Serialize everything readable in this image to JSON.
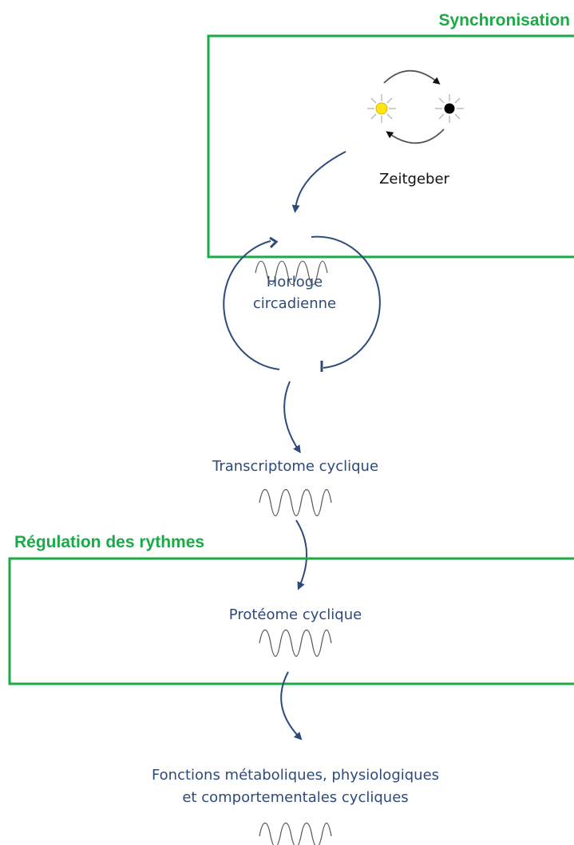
{
  "colors": {
    "green": "#1aab46",
    "blue": "#2c4a7c",
    "sun": "#ffe41a",
    "moon": "#000000"
  },
  "sync_box": {
    "title": "Synchronisation",
    "zeitgeber_label": "Zeitgeber",
    "icons": [
      "sun-icon",
      "moon-icon",
      "cycle-arrows-icon"
    ]
  },
  "clock": {
    "line1": "Horloge",
    "line2": "circadienne"
  },
  "transcriptome": {
    "label": "Transcriptome cyclique"
  },
  "regulation_box": {
    "title": "Régulation des rythmes"
  },
  "proteome": {
    "label": "Protéome cyclique"
  },
  "functions": {
    "line1": "Fonctions métaboliques, physiologiques",
    "line2": "et comportementales cycliques"
  }
}
